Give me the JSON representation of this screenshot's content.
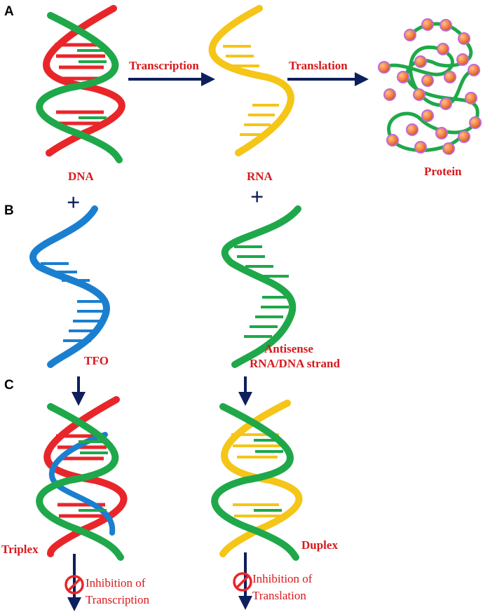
{
  "panels": {
    "a": "A",
    "b": "B",
    "c": "C"
  },
  "labels": {
    "dna": "DNA",
    "rna": "RNA",
    "protein": "Protein",
    "transcription": "Transcription",
    "translation": "Translation",
    "tfo": "TFO",
    "antisense_line1": "Antisense",
    "antisense_line2": "RNA/DNA strand",
    "triplex": "Triplex",
    "duplex": "Duplex",
    "inhibition_transcription_line1": "Inhibition of",
    "inhibition_transcription_line2": "Transcription",
    "inhibition_translation_line1": "Inhibition of",
    "inhibition_translation_line2": "Translation"
  },
  "plus_sign": "+",
  "colors": {
    "dna_red": "#e8262a",
    "dna_green": "#1fa84a",
    "rna_yellow": "#f5c518",
    "tfo_blue": "#1b7fd0",
    "antisense_green": "#1fa84a",
    "label_red": "#d7191c",
    "arrow_navy": "#0d1f5c",
    "protein_bead": "#f07a3a",
    "protein_bead_ring": "#c06ad6"
  },
  "icons": {
    "inhibit": "no-entry-icon",
    "plus": "plus-icon"
  }
}
